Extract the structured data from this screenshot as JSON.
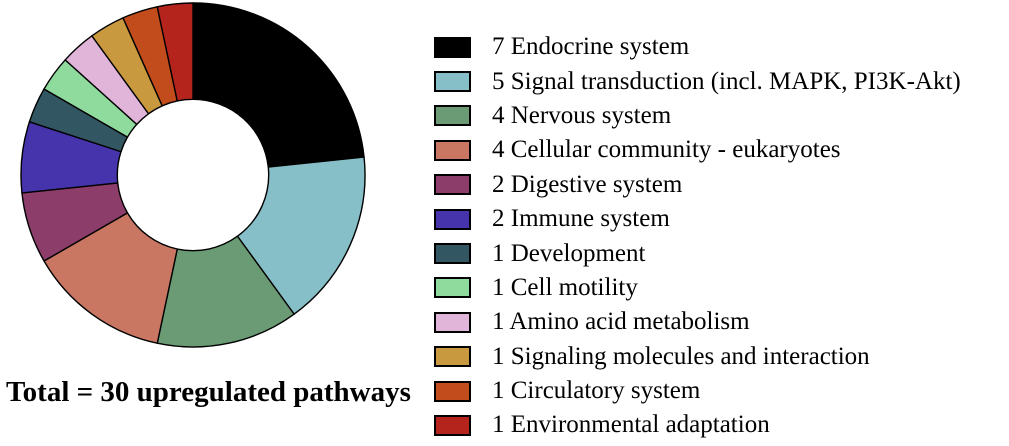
{
  "figure": {
    "background_color": "#ffffff",
    "total_label": "Total = 30 upregulated pathways"
  },
  "chart_data": {
    "type": "pie",
    "subtype": "donut",
    "title": "",
    "total": 30,
    "start_angle": "top",
    "direction": "clockwise",
    "inner_radius_ratio": 0.44,
    "stroke_color": "#000000",
    "hole_color": "#ffffff",
    "legend_position": "right",
    "segments": [
      {
        "value": 7,
        "label": "Endocrine system",
        "color": "#000000"
      },
      {
        "value": 5,
        "label": "Signal transduction (incl. MAPK, PI3K-Akt)",
        "color": "#87BFC8"
      },
      {
        "value": 4,
        "label": "Nervous system",
        "color": "#6A9B74"
      },
      {
        "value": 4,
        "label": "Cellular community - eukaryotes",
        "color": "#C97763"
      },
      {
        "value": 2,
        "label": "Digestive system",
        "color": "#8C3D69"
      },
      {
        "value": 2,
        "label": "Immune system",
        "color": "#4634AC"
      },
      {
        "value": 1,
        "label": "Development",
        "color": "#325662"
      },
      {
        "value": 1,
        "label": "Cell motility",
        "color": "#8FDB9E"
      },
      {
        "value": 1,
        "label": "Amino acid metabolism",
        "color": "#E1B5DA"
      },
      {
        "value": 1,
        "label": "Signaling molecules and interaction",
        "color": "#C8993F"
      },
      {
        "value": 1,
        "label": "Circulatory system",
        "color": "#C34C1C"
      },
      {
        "value": 1,
        "label": "Environmental adaptation",
        "color": "#B5241C"
      }
    ]
  }
}
